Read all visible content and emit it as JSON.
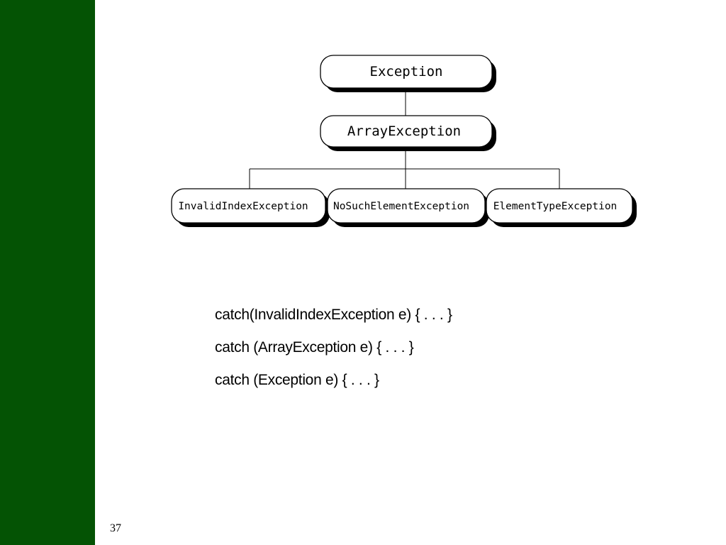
{
  "diagram": {
    "root": {
      "label": "Exception"
    },
    "parent": {
      "label": "ArrayException"
    },
    "children": [
      {
        "label": "InvalidIndexException"
      },
      {
        "label": "NoSuchElementException"
      },
      {
        "label": "ElementTypeException"
      }
    ]
  },
  "code": {
    "lines": [
      "catch(InvalidIndexException e) { . . . }",
      "catch (ArrayException e) { . . . }",
      "catch (Exception e) { . . . }"
    ]
  },
  "footer": {
    "page_number": "37"
  },
  "colors": {
    "sidebar": "#045304",
    "background": "#ffffff"
  }
}
